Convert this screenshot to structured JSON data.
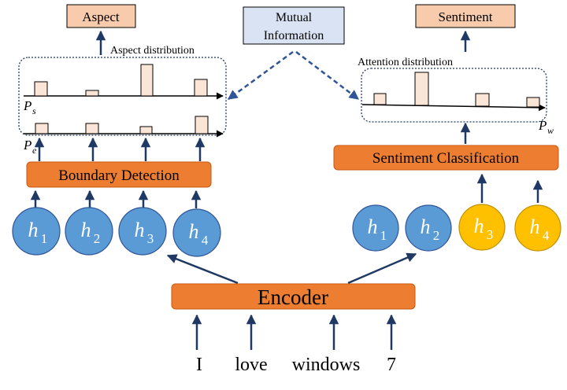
{
  "aspect_box": "Aspect",
  "sentiment_box": "Sentiment",
  "mutual_info": {
    "line1": "Mutual",
    "line2": "Information"
  },
  "aspect_distribution_label": "Aspect distribution",
  "attention_distribution_label": "Attention distribution",
  "ps_label": {
    "base": "P",
    "sub": "s"
  },
  "pe_label": {
    "base": "P",
    "sub": "e"
  },
  "pw_label": {
    "base": "P",
    "sub": "w"
  },
  "boundary_detection": "Boundary Detection",
  "sentiment_classification": "Sentiment Classification",
  "encoder": "Encoder",
  "tokens": [
    "I",
    "love",
    "windows",
    "7"
  ],
  "left_hidden": [
    {
      "base": "h",
      "sub": "1"
    },
    {
      "base": "h",
      "sub": "2"
    },
    {
      "base": "h",
      "sub": "3"
    },
    {
      "base": "h",
      "sub": "4"
    }
  ],
  "right_hidden": [
    {
      "base": "h",
      "sub": "1",
      "highlight": false
    },
    {
      "base": "h",
      "sub": "2",
      "highlight": false
    },
    {
      "base": "h",
      "sub": "3",
      "highlight": true
    },
    {
      "base": "h",
      "sub": "4",
      "highlight": true
    }
  ],
  "colors": {
    "salmon_box": "#f8cbad",
    "orange_box": "#ed7d31",
    "blue_circle": "#5b9bd5",
    "yellow_circle": "#ffc000",
    "mutual_box": "#dae3f3",
    "navy": "#1f3864",
    "dashed_arrow": "#2f5597",
    "bar_fill": "#fbe5d6",
    "bar_stroke": "#c55a11"
  }
}
